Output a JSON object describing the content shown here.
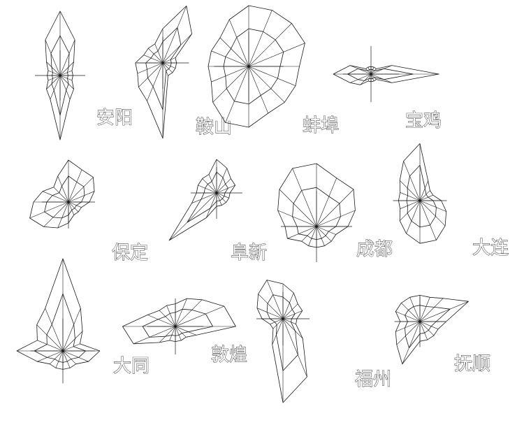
{
  "chart_data": [
    {
      "type": "radar",
      "label": "安阳",
      "directions": 16,
      "values": [
        10,
        6,
        3,
        2,
        2,
        2,
        3,
        4,
        10,
        4,
        3,
        2,
        2,
        2,
        3,
        6
      ]
    },
    {
      "type": "radar",
      "label": "鞍山",
      "directions": 16,
      "values": [
        5,
        9,
        6,
        2,
        2,
        2,
        2,
        2,
        11,
        6,
        5,
        4,
        4,
        3,
        3,
        3
      ]
    },
    {
      "type": "radar",
      "label": "蚌埠",
      "directions": 16,
      "values": [
        6,
        6,
        6,
        6,
        5,
        5,
        5,
        5,
        6,
        6,
        5,
        4,
        4,
        4,
        4,
        5
      ]
    },
    {
      "type": "radar",
      "label": "宝鸡",
      "directions": 16,
      "values": [
        1,
        1,
        1,
        3,
        9,
        3,
        1,
        1,
        1,
        1,
        2,
        3,
        5,
        3,
        1,
        1
      ]
    },
    {
      "type": "radar",
      "label": "保定",
      "directions": 16,
      "values": [
        6,
        5,
        5,
        4,
        3,
        2,
        2,
        2,
        3,
        4,
        5,
        6,
        5,
        4,
        3,
        4
      ]
    },
    {
      "type": "radar",
      "label": "阜新",
      "directions": 16,
      "values": [
        5,
        4,
        3,
        3,
        2,
        2,
        2,
        2,
        2,
        4,
        10,
        4,
        3,
        3,
        3,
        3
      ]
    },
    {
      "type": "radar",
      "label": "成都",
      "directions": 16,
      "values": [
        6,
        5,
        5,
        4,
        3,
        2,
        2,
        2,
        2,
        2,
        2,
        3,
        3,
        4,
        5,
        6
      ]
    },
    {
      "type": "radar",
      "label": "大连",
      "directions": 16,
      "values": [
        8,
        3,
        2,
        2,
        3,
        4,
        5,
        6,
        6,
        5,
        4,
        3,
        3,
        3,
        4,
        6
      ]
    },
    {
      "type": "radar",
      "label": "大同",
      "directions": 16,
      "values": [
        10,
        5,
        3,
        2,
        4,
        3,
        2,
        2,
        2,
        2,
        2,
        3,
        5,
        3,
        4,
        5
      ]
    },
    {
      "type": "radar",
      "label": "敦煌",
      "directions": 16,
      "values": [
        3,
        4,
        5,
        7,
        8,
        3,
        2,
        2,
        2,
        2,
        3,
        6,
        7,
        4,
        3,
        3
      ]
    },
    {
      "type": "radar",
      "label": "福州",
      "directions": 16,
      "values": [
        5,
        4,
        3,
        3,
        2,
        2,
        4,
        9,
        12,
        4,
        2,
        2,
        3,
        4,
        5,
        6
      ]
    },
    {
      "type": "radar",
      "label": "抚顺",
      "directions": 16,
      "values": [
        4,
        4,
        5,
        8,
        4,
        3,
        3,
        3,
        3,
        7,
        5,
        4,
        3,
        4,
        4,
        4
      ]
    }
  ]
}
